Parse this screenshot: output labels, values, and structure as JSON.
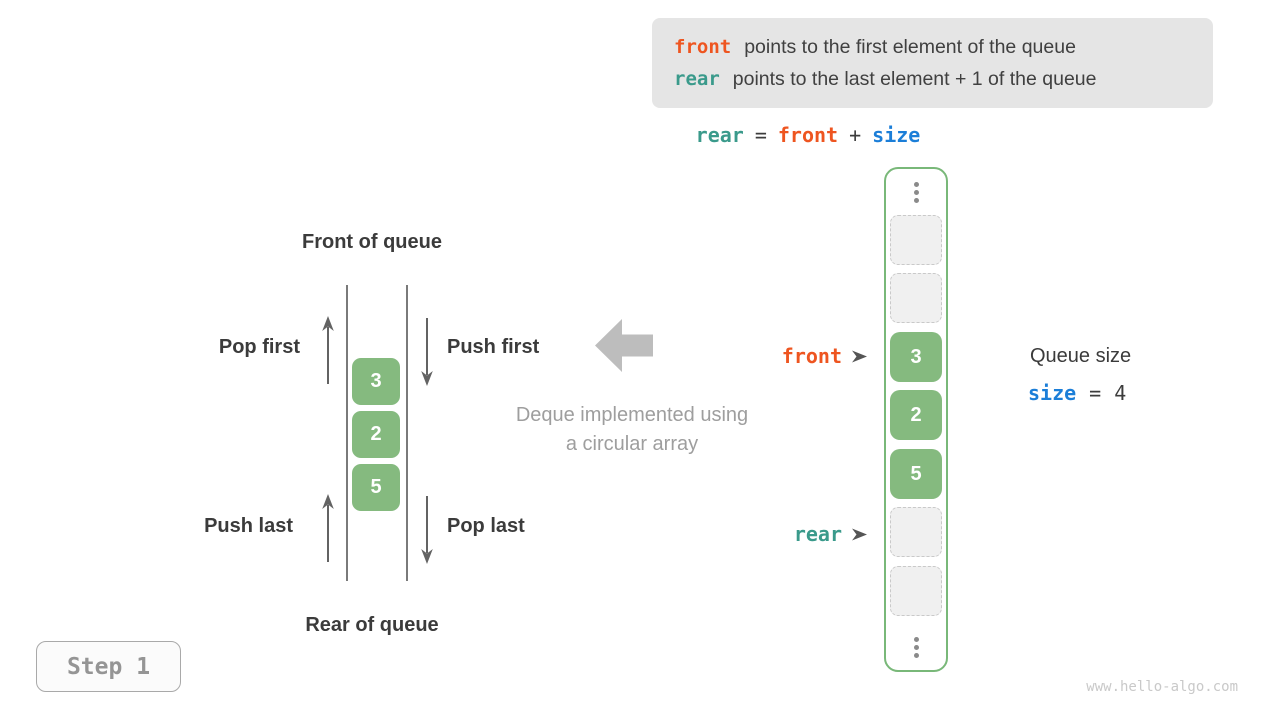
{
  "info_box": {
    "lines": [
      {
        "keyword": "front",
        "text": "points to the first element of the queue"
      },
      {
        "keyword": "rear",
        "text": "points to the last element + 1 of the queue"
      }
    ]
  },
  "equation": {
    "lhs": "rear",
    "eq": "=",
    "rhs1": "front",
    "plus": "+",
    "rhs2": "size"
  },
  "deque": {
    "title_front": "Front of queue",
    "title_rear": "Rear of queue",
    "op_pop_first": "Pop first",
    "op_push_first": "Push first",
    "op_push_last": "Push last",
    "op_pop_last": "Pop last",
    "values": [
      "3",
      "2",
      "5"
    ]
  },
  "caption": {
    "line1": "Deque implemented using",
    "line2": "a circular array"
  },
  "array_column": {
    "front_pointer_label": "front",
    "rear_pointer_label": "rear",
    "cells": [
      {
        "type": "ellipsis"
      },
      {
        "type": "empty"
      },
      {
        "type": "empty"
      },
      {
        "type": "filled",
        "value": "3"
      },
      {
        "type": "filled",
        "value": "2"
      },
      {
        "type": "filled",
        "value": "5"
      },
      {
        "type": "empty"
      },
      {
        "type": "empty"
      },
      {
        "type": "ellipsis"
      }
    ]
  },
  "queue_size": {
    "title": "Queue size",
    "var": "size",
    "eq": "=",
    "value": "4"
  },
  "step_badge": "Step 1",
  "watermark": "www.hello-algo.com",
  "colors": {
    "orange": "#ee5520",
    "teal": "#3a9a8b",
    "blue": "#1b7ed8",
    "green_fill": "#85ba7f",
    "green_border": "#79b879",
    "info_box_bg": "#e5e5e5",
    "gray_caption": "#9e9e9e",
    "block_arrow": "#bdbdbd"
  }
}
